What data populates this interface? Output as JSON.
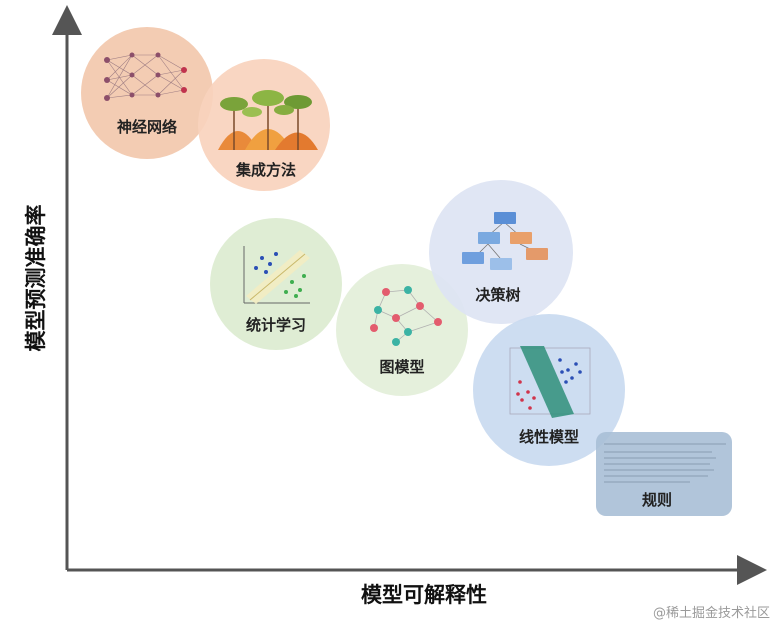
{
  "axes": {
    "x_label": "模型可解释性",
    "y_label": "模型预测准确率"
  },
  "models": {
    "neural_network": "神经网络",
    "ensemble": "集成方法",
    "statistical_learning": "统计学习",
    "graph_model": "图模型",
    "decision_tree": "决策树",
    "linear_model": "线性模型",
    "rules": "规则"
  },
  "watermark": "@稀土掘金技术社区",
  "colors": {
    "neural_network": "#f2c6ab",
    "ensemble": "#f9d3bd",
    "statistical_learning": "#dcecd0",
    "graph_model": "#e3efd9",
    "decision_tree": "#dde4f3",
    "linear_model": "#c9daf0",
    "rules": "#a9bfd6",
    "axis": "#555555"
  }
}
